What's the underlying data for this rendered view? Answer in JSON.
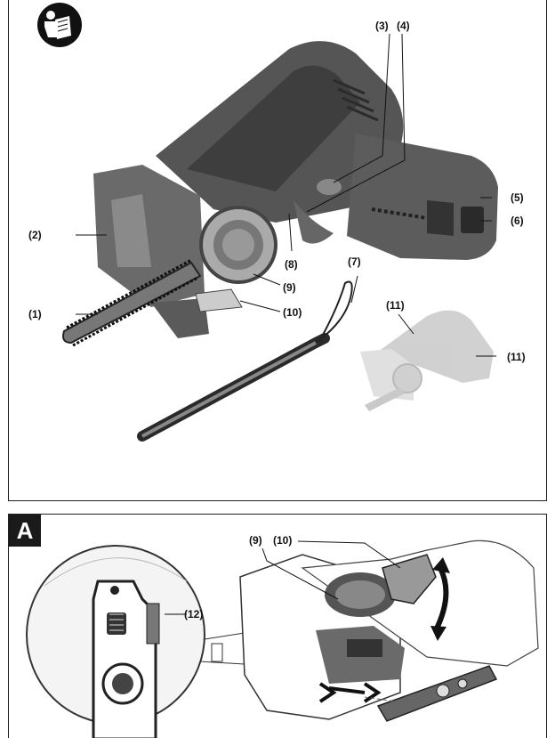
{
  "top_figure": {
    "callouts": {
      "c1": "(1)",
      "c2": "(2)",
      "c3": "(3)",
      "c4": "(4)",
      "c5": "(5)",
      "c6": "(6)",
      "c7": "(7)",
      "c8": "(8)",
      "c9": "(9)",
      "c10": "(10)",
      "c11a": "(11)",
      "c11b": "(11)"
    },
    "manual_icon": "read-manual-icon"
  },
  "figure_a": {
    "label": "A",
    "callouts": {
      "c9": "(9)",
      "c10": "(10)",
      "c12": "(12)"
    }
  },
  "colors": {
    "tool_dark": "#4a4a4a",
    "tool_mid": "#7a7a7a",
    "ink": "#111111",
    "ghost": "#d8d8d8"
  }
}
